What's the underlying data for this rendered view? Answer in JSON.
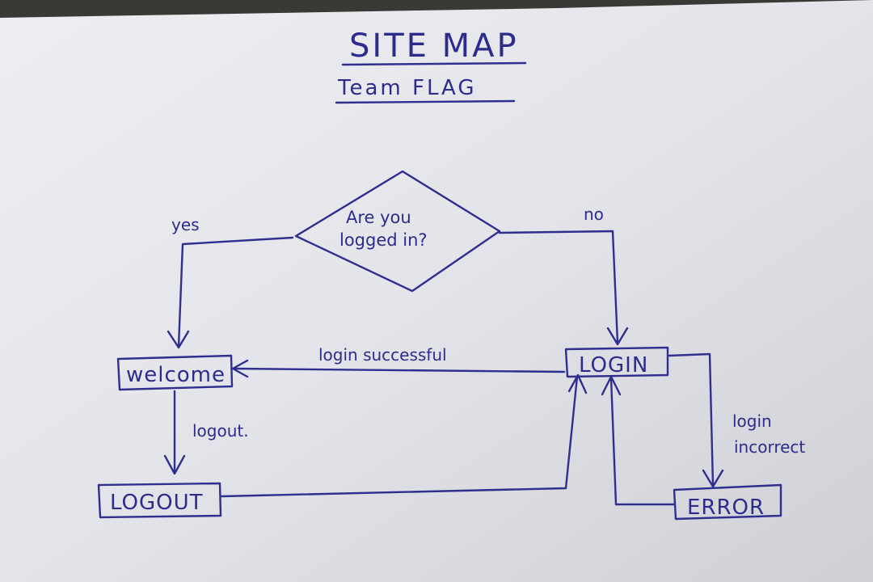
{
  "diagram": {
    "title": "SITE MAP",
    "subtitle": "Team FLAG",
    "decision": {
      "text_line1": "Are you",
      "text_line2": "logged in?"
    },
    "nodes": {
      "welcome": "welcome",
      "login": "LOGIN",
      "logout": "LOGOUT",
      "error": "ERROR"
    },
    "edges": {
      "yes": "yes",
      "no": "no",
      "login_successful": "login successful",
      "logout": "logout.",
      "login_incorrect_line1": "login",
      "login_incorrect_line2": "incorrect"
    }
  },
  "colors": {
    "ink": "#2e2f8e",
    "paper": "#e4e5ea"
  }
}
